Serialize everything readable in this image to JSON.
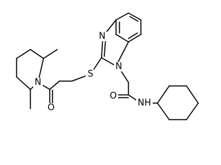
{
  "molecule": {
    "atom_labels": {
      "n_ring_top": "N",
      "n_ring_right": "N",
      "s_thioether": "S",
      "n_piperidine": "N",
      "o_ketone": "O",
      "o_amide": "O",
      "n_amide": "NH"
    },
    "bond_color": "#000000",
    "background": "#ffffff"
  }
}
